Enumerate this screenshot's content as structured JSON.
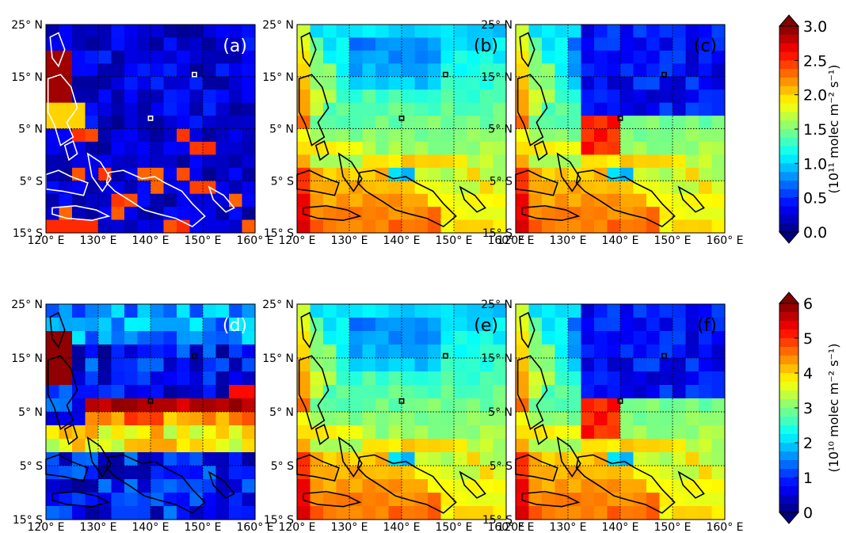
{
  "colormap": [
    "#00007f",
    "#0000ff",
    "#007fff",
    "#00ffff",
    "#7fff7f",
    "#ffff00",
    "#ff7f00",
    "#ff0000",
    "#7f0000"
  ],
  "axes": {
    "lat_ticks": [
      "25° N",
      "15° N",
      "5° N",
      "5° S",
      "15° S"
    ],
    "lon_ticks": [
      "120° E",
      "130° E",
      "140° E",
      "150° E",
      "160° E"
    ]
  },
  "rows": [
    {
      "name": "top",
      "colorbar": {
        "min": 0.0,
        "max": 3.0,
        "ticks": [
          "3.0",
          "2.5",
          "2.0",
          "1.5",
          "1.0",
          "0.5",
          "0.0"
        ],
        "label": "(10¹¹ molec m⁻² s⁻¹)"
      },
      "panels": [
        {
          "label": "(a)",
          "coastline": "white",
          "pattern": "A"
        },
        {
          "label": "(b)",
          "coastline": "black",
          "pattern": "B"
        },
        {
          "label": "(c)",
          "coastline": "black",
          "pattern": "C"
        }
      ]
    },
    {
      "name": "bottom",
      "colorbar": {
        "min": 0,
        "max": 6,
        "ticks": [
          "6",
          "5",
          "4",
          "3",
          "2",
          "1",
          "0"
        ],
        "label": "(10¹⁰ molec m⁻² s⁻¹)"
      },
      "panels": [
        {
          "label": "(d)",
          "coastline": "black",
          "pattern": "D"
        },
        {
          "label": "(e)",
          "coastline": "black",
          "pattern": "B"
        },
        {
          "label": "(f)",
          "coastline": "black",
          "pattern": "C"
        }
      ]
    }
  ]
}
